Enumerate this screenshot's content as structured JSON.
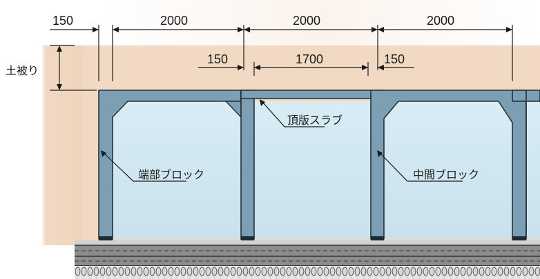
{
  "dimensions": {
    "top_end_offset": "150",
    "top_span_1": "2000",
    "top_span_2": "2000",
    "top_span_3": "2000",
    "inner_gap_left": "150",
    "slab_width": "1700",
    "inner_gap_right": "150"
  },
  "labels": {
    "soil_cover": "土被り",
    "top_slab": "頂版スラブ",
    "end_block": "端部ブロック",
    "middle_block": "中間ブロック"
  },
  "colors": {
    "soil": "#f2d9c3",
    "concrete": "#7c9fb4",
    "interior": "#cfe6ef",
    "base": "#8a8a8a"
  }
}
